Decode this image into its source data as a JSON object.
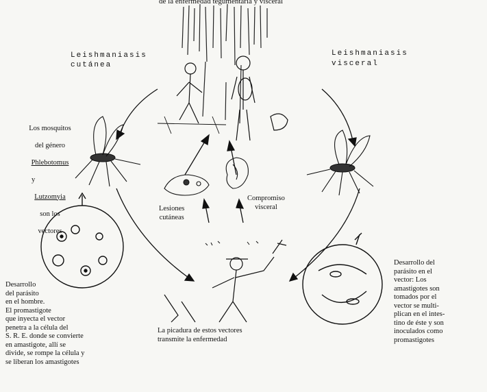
{
  "title_fragment": "de la enfermedad tegumentaria y visceral",
  "labels": {
    "cutanea_line1": "Leishmaniasis",
    "cutanea_line2": "cutánea",
    "visceral_line1": "Leishmaniasis",
    "visceral_line2": "visceral",
    "mosquitos": {
      "line1": "Los mosquitos",
      "line2": "del género",
      "genus1": "Phlebotomus",
      "conj": "y",
      "genus2": "Lutzomyia",
      "line3": "son los",
      "line4": "vectores"
    },
    "lesiones": "Lesiones\ncutáneas",
    "compromiso": "Compromiso\nvisceral",
    "picadura": "La picadura de estos vectores\ntransmite la enfermedad",
    "hombre": "Desarrollo\ndel parásito\nen el hombre.\nEl promastigote\nque inyecta el vector\npenetra a la célula del\nS. R. E. donde se convierte\nen amastigote, allí se\ndivide, se rompe la célula y\nse liberan los amastigotes",
    "vector": "Desarrollo del\nparásito en el\nvector: Los\namastigotes son\ntomados por el\nvector se multi-\nplican en el intes-\ntino de éste y son\ninoculados como\npromastigotes"
  }
}
